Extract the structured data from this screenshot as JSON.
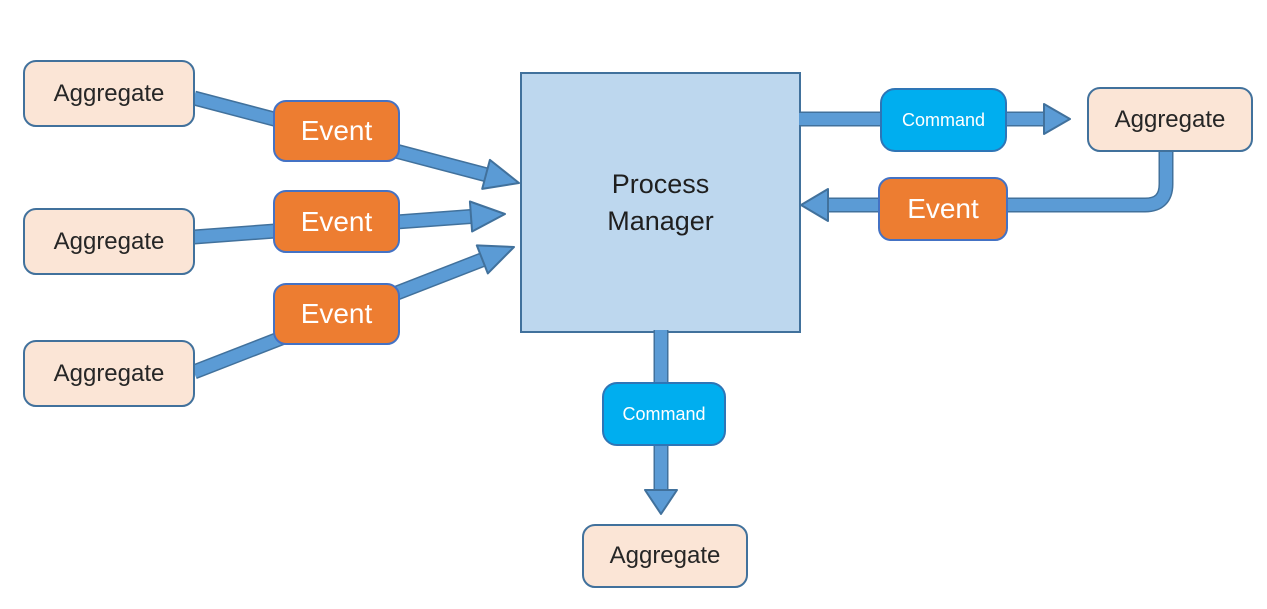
{
  "diagram": {
    "type": "flow-diagram",
    "subject": "Process Manager pattern",
    "nodes": {
      "aggregate_left_1": {
        "label": "Aggregate"
      },
      "aggregate_left_2": {
        "label": "Aggregate"
      },
      "aggregate_left_3": {
        "label": "Aggregate"
      },
      "event_left_1": {
        "label": "Event"
      },
      "event_left_2": {
        "label": "Event"
      },
      "event_left_3": {
        "label": "Event"
      },
      "process_manager": {
        "label": "Process Manager"
      },
      "command_right": {
        "label": "Command"
      },
      "aggregate_right": {
        "label": "Aggregate"
      },
      "event_right": {
        "label": "Event"
      },
      "command_bottom": {
        "label": "Command"
      },
      "aggregate_bottom": {
        "label": "Aggregate"
      }
    },
    "edges": [
      {
        "from": "aggregate_left_1",
        "via": "event_left_1",
        "to": "process_manager"
      },
      {
        "from": "aggregate_left_2",
        "via": "event_left_2",
        "to": "process_manager"
      },
      {
        "from": "aggregate_left_3",
        "via": "event_left_3",
        "to": "process_manager"
      },
      {
        "from": "process_manager",
        "via": "command_right",
        "to": "aggregate_right"
      },
      {
        "from": "aggregate_right",
        "via": "event_right",
        "to": "process_manager"
      },
      {
        "from": "process_manager",
        "via": "command_bottom",
        "to": "aggregate_bottom"
      }
    ],
    "palette": {
      "arrow_fill": "#5B9BD5",
      "arrow_outline": "#41719C",
      "aggregate_fill": "#FBE5D6",
      "aggregate_border": "#41719C",
      "event_fill": "#ED7D31",
      "event_border": "#4472C4",
      "process_manager_fill": "#BDD7EE",
      "process_manager_border": "#41719C",
      "command_fill": "#00AEEF",
      "command_border": "#2E75B6",
      "dark_text": "#262626",
      "light_text": "#FFFFFF"
    }
  }
}
